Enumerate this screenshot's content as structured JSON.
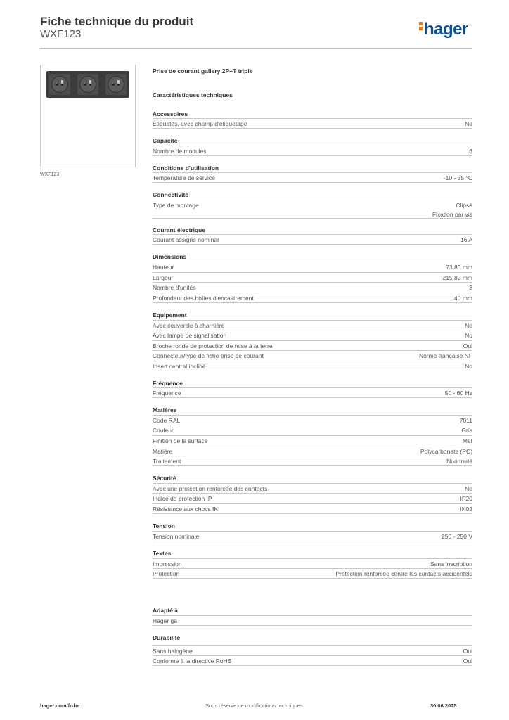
{
  "header": {
    "title": "Fiche technique du produit",
    "reference": "WXF123",
    "logo_text": "hager"
  },
  "image_caption": "WXF123",
  "product_name": "Prise de courant gallery 2P+T triple",
  "characteristics_heading": "Caractéristiques techniques",
  "sections": {
    "accessoires": {
      "title": "Accessoires",
      "rows": [
        {
          "label": "Étiquetés, avec champ d'étiquetage",
          "value": "No"
        }
      ]
    },
    "capacite": {
      "title": "Capacité",
      "rows": [
        {
          "label": "Nombre de modules",
          "value": "6"
        }
      ]
    },
    "conditions": {
      "title": "Conditions d'utilisation",
      "rows": [
        {
          "label": "Température de service",
          "value": "-10 - 35 °C"
        }
      ]
    },
    "connectivite": {
      "title": "Connectivité",
      "rows": [
        {
          "label": "Type de montage",
          "value": "Clipsé",
          "value2": "Fixation par vis"
        }
      ]
    },
    "courant": {
      "title": "Courant électrique",
      "rows": [
        {
          "label": "Courant assigné nominal",
          "value": "16 A"
        }
      ]
    },
    "dimensions": {
      "title": "Dimensions",
      "rows": [
        {
          "label": "Hauteur",
          "value": "73,80 mm"
        },
        {
          "label": "Largeur",
          "value": "215,80 mm"
        },
        {
          "label": "Nombre d'unités",
          "value": "3"
        },
        {
          "label": "Profondeur des boîtes d'encastrement",
          "value": "40 mm"
        }
      ]
    },
    "equipement": {
      "title": "Equipement",
      "rows": [
        {
          "label": "Avec couvercle à charnière",
          "value": "No"
        },
        {
          "label": "Avec lampe de signalisation",
          "value": "No"
        },
        {
          "label": "Broche ronde de protection de mise à la terre",
          "value": "Oui"
        },
        {
          "label": "Connecteur/type de fiche prise de courant",
          "value": "Norme française NF"
        },
        {
          "label": "Insert central incliné",
          "value": "No"
        }
      ]
    },
    "frequence": {
      "title": "Fréquence",
      "rows": [
        {
          "label": "Fréquence",
          "value": "50 - 60 Hz"
        }
      ]
    },
    "matieres": {
      "title": "Matières",
      "rows": [
        {
          "label": "Code RAL",
          "value": "7011"
        },
        {
          "label": "Couleur",
          "value": "Gris"
        },
        {
          "label": "Finition de la surface",
          "value": "Mat"
        },
        {
          "label": "Matière",
          "value": "Polycarbonate (PC)"
        },
        {
          "label": "Traitement",
          "value": "Non traité"
        }
      ]
    },
    "securite": {
      "title": "Sécurité",
      "rows": [
        {
          "label": "Avec une protection renforcée des contacts",
          "value": "No"
        },
        {
          "label": "Indice de protection IP",
          "value": "IP20"
        },
        {
          "label": "Résistance aux chocs IK",
          "value": "IK02"
        }
      ]
    },
    "tension": {
      "title": "Tension",
      "rows": [
        {
          "label": "Tension nominale",
          "value": "250 - 250 V"
        }
      ]
    },
    "textes": {
      "title": "Textes",
      "rows": [
        {
          "label": "Impression",
          "value": "Sans inscription"
        },
        {
          "label": "Protection",
          "value": "Protection renforcée contre les contacts accidentels"
        }
      ]
    },
    "adapte": {
      "title": "Adapté à",
      "rows": [
        {
          "label": "Hager ga",
          "value": ""
        }
      ]
    },
    "durabilite": {
      "title": "Durabilité",
      "rows": [
        {
          "label": "Sans halogène",
          "value": "Oui"
        },
        {
          "label": "Conforme à la directive RoHS",
          "value": "Oui"
        }
      ]
    }
  },
  "footer": {
    "website": "hager.com/fr-be",
    "notice": "Sous réserve de modifications techniques",
    "date": "30.06.2025"
  },
  "colors": {
    "logo_blue": "#0b4f93",
    "logo_orange": "#e87722",
    "rule": "#c8c8c8"
  }
}
